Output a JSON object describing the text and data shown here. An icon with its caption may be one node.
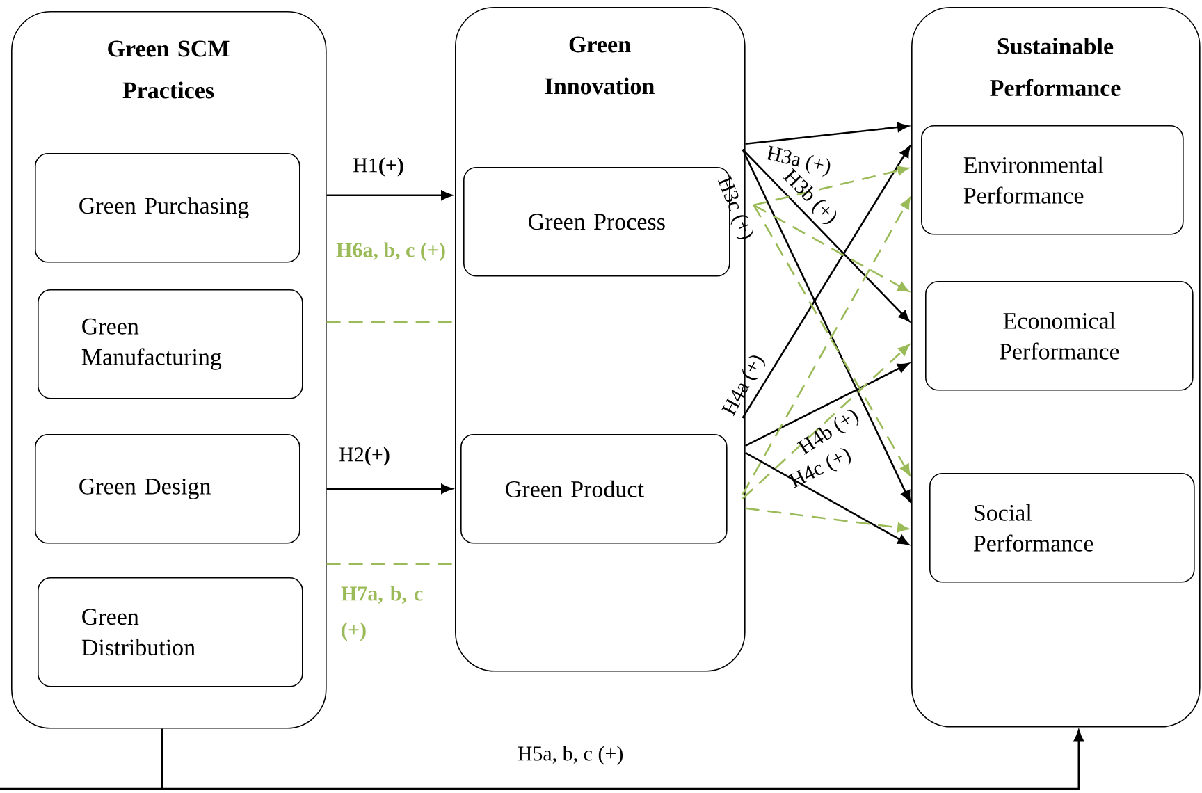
{
  "diagram": {
    "nodes": [
      {
        "text": [
          "Green SCM Practices"
        ]
      },
      {
        "text": [
          "Green Purchasing"
        ],
        "in": 0
      },
      {
        "text": [
          "Green Manufacturing"
        ],
        "in": 0
      },
      {
        "text": [
          "Green Design"
        ],
        "in": 0
      },
      {
        "text": [
          "Green Distribution"
        ],
        "in": 0
      },
      {
        "text": [
          "Green Innovation"
        ]
      },
      {
        "text": [
          "Green Process"
        ],
        "in": 5
      },
      {
        "text": [
          "Green Product"
        ],
        "in": 5
      },
      {
        "text": [
          "Sustainable Performance"
        ]
      },
      {
        "text": [
          "Environmental Performance"
        ],
        "in": 8
      },
      {
        "text": [
          "Economical Performance"
        ],
        "in": 8
      },
      {
        "text": [
          "Social Performance"
        ],
        "in": 8
      }
    ],
    "edges": [
      {
        "from": 0,
        "to": 6,
        "arrow": "to",
        "label": "H1**(+)**"
      },
      {
        "from": 0,
        "to": 5,
        "arrow": "none",
        "label": "H6a, b, c (+)",
        "style": "dashed",
        "color": "#9bbb59"
      },
      {
        "from": 0,
        "to": 7,
        "arrow": "to",
        "label": "H2**(+)**"
      },
      {
        "from": 0,
        "to": 5,
        "arrow": "none",
        "label": "H7a, b, c (+)",
        "style": "dashed",
        "color": "#9bbb59"
      },
      {
        "from": 0,
        "to": 8,
        "arrow": "to",
        "label": "H5a, b, c (+)"
      },
      {
        "from": 6,
        "to": 9,
        "arrow": "to",
        "label": "H3a (+)"
      },
      {
        "from": 6,
        "to": 10,
        "arrow": "to",
        "label": "H3b (+)"
      },
      {
        "from": 6,
        "to": 11,
        "arrow": "to",
        "label": "H3c (+)"
      },
      {
        "from": 7,
        "to": 9,
        "arrow": "to",
        "label": "H4a (+)"
      },
      {
        "from": 7,
        "to": 10,
        "arrow": "to",
        "label": "H4b (+)"
      },
      {
        "from": 7,
        "to": 11,
        "arrow": "to",
        "label": "H4c (+)"
      },
      {
        "from": 6,
        "to": 9,
        "arrow": "to",
        "style": "dashed",
        "color": "#9bbb59"
      },
      {
        "from": 6,
        "to": 10,
        "arrow": "to",
        "style": "dashed",
        "color": "#9bbb59"
      },
      {
        "from": 6,
        "to": 11,
        "arrow": "to",
        "style": "dashed",
        "color": "#9bbb59"
      },
      {
        "from": 7,
        "to": 9,
        "arrow": "to",
        "style": "dashed",
        "color": "#9bbb59"
      },
      {
        "from": 7,
        "to": 10,
        "arrow": "to",
        "style": "dashed",
        "color": "#9bbb59"
      },
      {
        "from": 7,
        "to": 11,
        "arrow": "to",
        "style": "dashed",
        "color": "#9bbb59"
      }
    ]
  }
}
